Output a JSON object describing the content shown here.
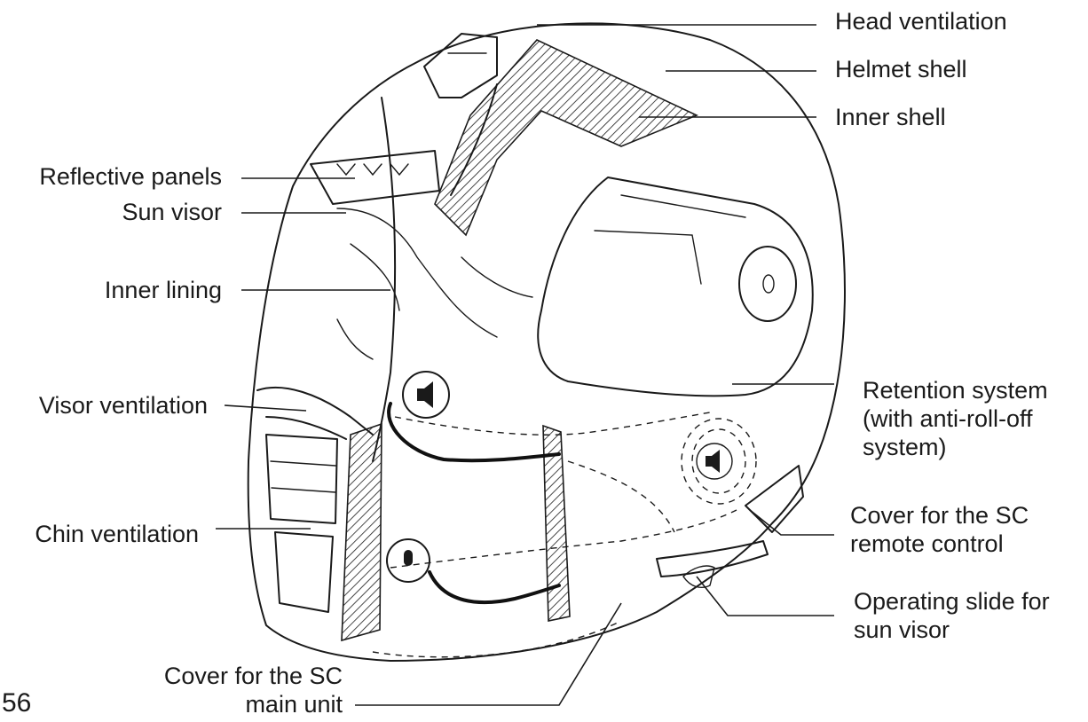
{
  "diagram": {
    "labels": {
      "head_ventilation": "Head ventilation",
      "helmet_shell": "Helmet shell",
      "inner_shell": "Inner shell",
      "reflective_panels": "Reflective panels",
      "sun_visor": "Sun visor",
      "inner_lining": "Inner lining",
      "visor_ventilation": "Visor ventilation",
      "chin_ventilation": "Chin ventilation",
      "retention_system": [
        "Retention system",
        "(with anti-roll-off",
        "system)"
      ],
      "cover_sc_remote": [
        "Cover for the SC",
        "remote control"
      ],
      "operating_slide": [
        "Operating slide for",
        "sun visor"
      ],
      "cover_sc_main": [
        "Cover for the SC",
        "main unit"
      ]
    },
    "page_number": "56"
  }
}
